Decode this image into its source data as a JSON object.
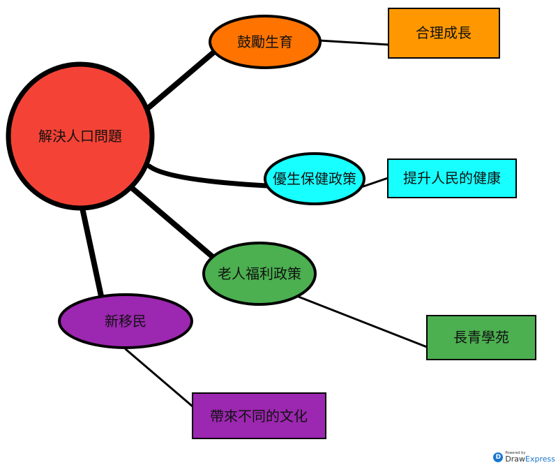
{
  "center": {
    "label": "解決人口問題",
    "color": "#f44336"
  },
  "branches": [
    {
      "label": "鼓勵生育",
      "color": "#ff7400",
      "child": {
        "label": "合理成長",
        "color": "#ff9800"
      }
    },
    {
      "label": "優生保健政策",
      "color": "#18ffff",
      "child": {
        "label": "提升人民的健康",
        "color": "#18ffff"
      }
    },
    {
      "label": "老人福利政策",
      "color": "#4caf50",
      "child": {
        "label": "長青學苑",
        "color": "#4caf50"
      }
    },
    {
      "label": "新移民",
      "color": "#9c27b0",
      "child": {
        "label": "帶來不同的文化",
        "color": "#9c27b0"
      }
    }
  ],
  "watermark": {
    "powered": "Powered by",
    "brand_a": "Draw",
    "brand_b": "Express"
  }
}
